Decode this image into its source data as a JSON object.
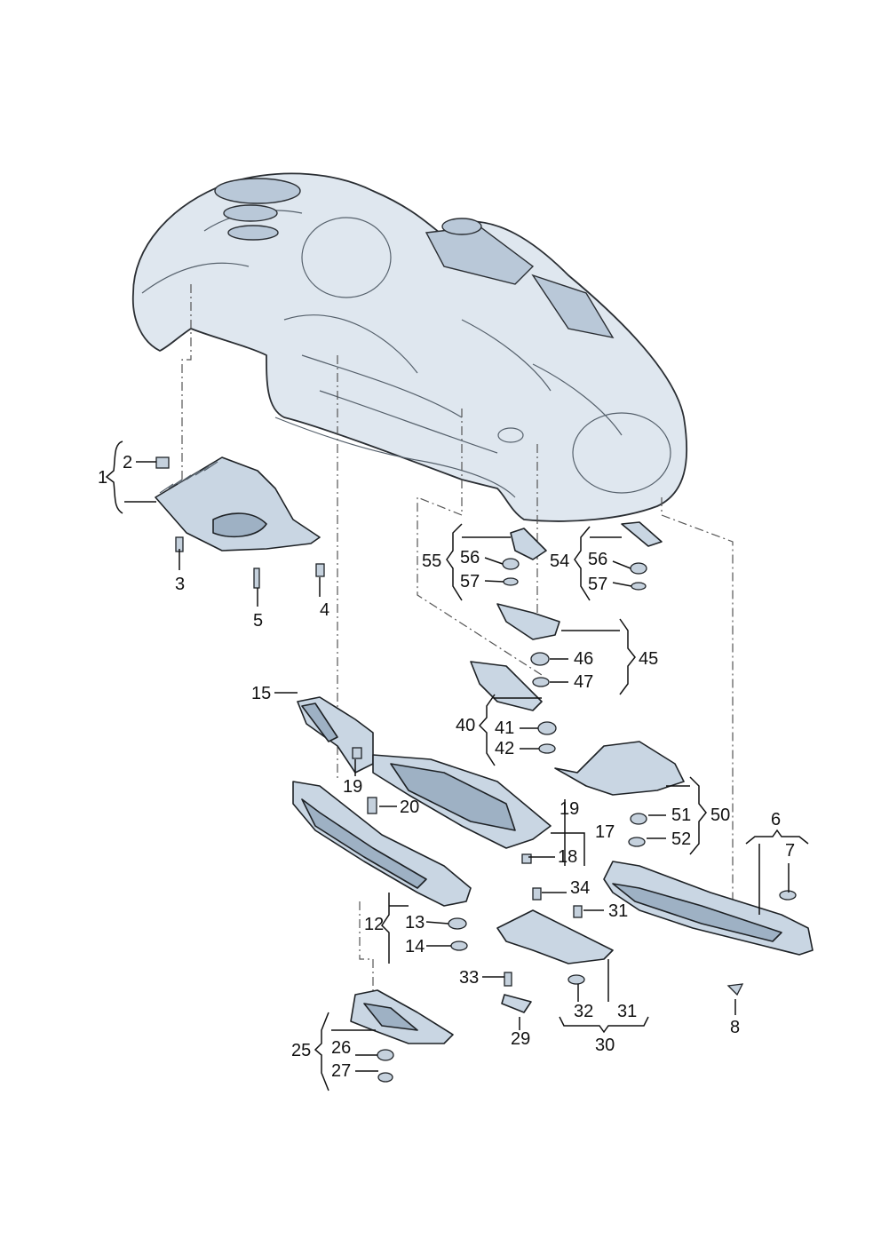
{
  "diagram": {
    "labels": [
      "1",
      "2",
      "3",
      "4",
      "5",
      "6",
      "7",
      "8",
      "12",
      "13",
      "14",
      "15",
      "17",
      "18",
      "19",
      "19",
      "20",
      "25",
      "26",
      "27",
      "29",
      "30",
      "31",
      "31",
      "32",
      "33",
      "34",
      "40",
      "41",
      "42",
      "45",
      "46",
      "47",
      "50",
      "51",
      "52",
      "54",
      "55",
      "56",
      "56",
      "57",
      "57"
    ]
  },
  "colors": {
    "part_fill": "#c9d6e3",
    "part_shade": "#9eb1c4",
    "body_fill": "#dfe7ef",
    "ink": "#111111"
  },
  "parts": [
    {
      "id": "car-body",
      "icon": "car-underbody-icon"
    },
    {
      "id": "front-underbody-panel",
      "icon": "undertray-icon"
    },
    {
      "id": "side-heat-shield",
      "icon": "heat-shield-icon"
    },
    {
      "id": "center-tunnel-shield",
      "icon": "tunnel-shield-icon"
    },
    {
      "id": "rear-heat-shield",
      "icon": "heat-shield-icon"
    },
    {
      "id": "rear-bumper-reinforcement",
      "icon": "bumper-bar-icon"
    }
  ]
}
